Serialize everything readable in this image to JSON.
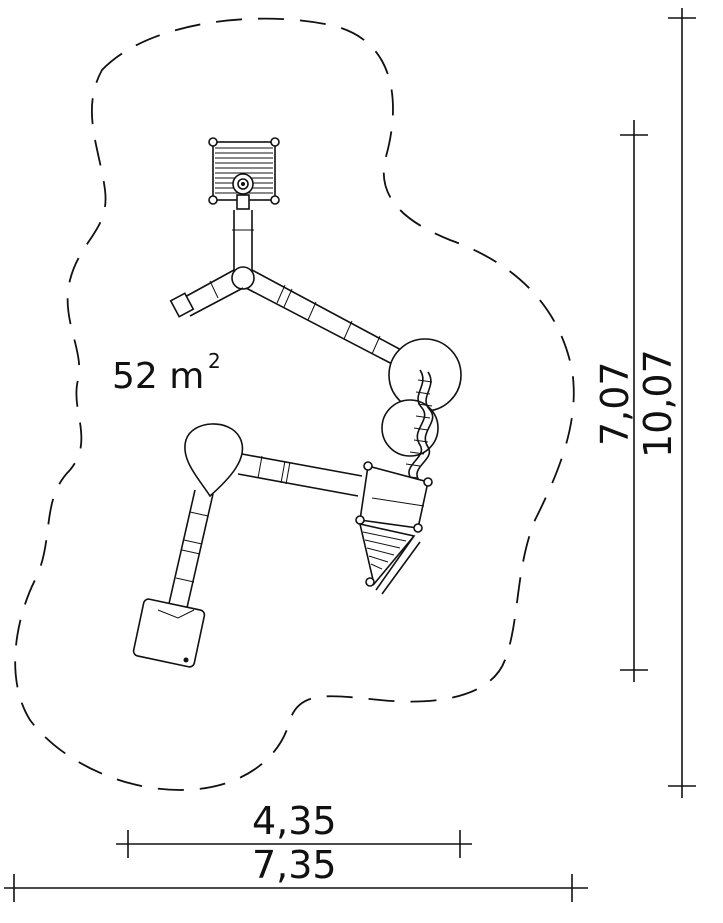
{
  "area": {
    "value": "52 m",
    "unit_exponent": "2"
  },
  "dimensions": {
    "width_inner": "4,35",
    "width_outer": "7,35",
    "height_inner": "7,07",
    "height_outer": "10,07"
  },
  "colors": {
    "line": "#111111",
    "background": "#ffffff"
  }
}
